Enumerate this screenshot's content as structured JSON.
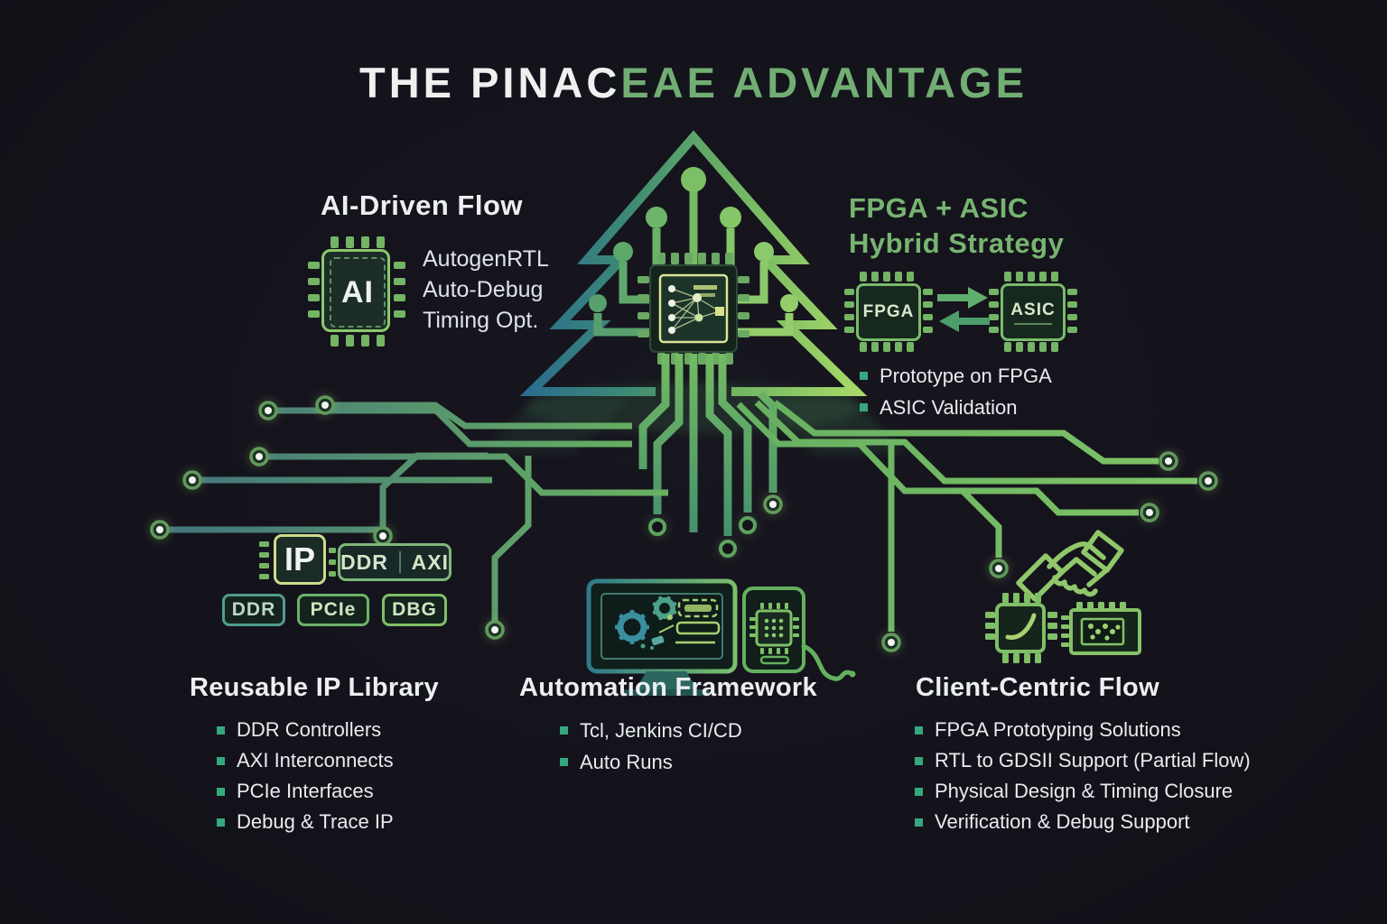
{
  "title": {
    "white_part": "THE PINAC",
    "green_part": "EAE ADVANTAGE"
  },
  "ai_flow": {
    "heading": "AI-Driven Flow",
    "chip_label": "AI",
    "features": [
      "AutogenRTL",
      "Auto-Debug",
      "Timing Opt."
    ]
  },
  "hybrid": {
    "heading_line1": "FPGA + ASIC",
    "heading_line2": "Hybrid Strategy",
    "fpga_label": "FPGA",
    "asic_label": "ASIC",
    "bullets": [
      "Prototype on FPGA",
      "ASIC Validation"
    ]
  },
  "ip_library": {
    "heading": "Reusable IP Library",
    "ip_badge": "IP",
    "combo_badge_left": "DDR",
    "combo_badge_right": "AXI",
    "badges": [
      "DDR",
      "PCIe",
      "DBG"
    ],
    "bullets": [
      "DDR Controllers",
      "AXI Interconnects",
      "PCIe Interfaces",
      "Debug & Trace IP"
    ]
  },
  "automation": {
    "heading": "Automation Framework",
    "bullets": [
      "Tcl, Jenkins CI/CD",
      "Auto Runs"
    ]
  },
  "client": {
    "heading": "Client-Centric Flow",
    "bullets": [
      "FPGA Prototyping Solutions",
      "RTL to GDSII Support (Partial Flow)",
      "Physical Design & Timing Closure",
      "Verification & Debug Support"
    ]
  },
  "colors": {
    "background": "#14131b",
    "tree_teal": "#2b6e8e",
    "tree_green": "#a6d967",
    "trace_green": "#68b161",
    "heading_green": "#77b471",
    "bullet_square": "#36a87e",
    "text_light": "#e8ecee",
    "chip_border": "#79bb6a"
  }
}
